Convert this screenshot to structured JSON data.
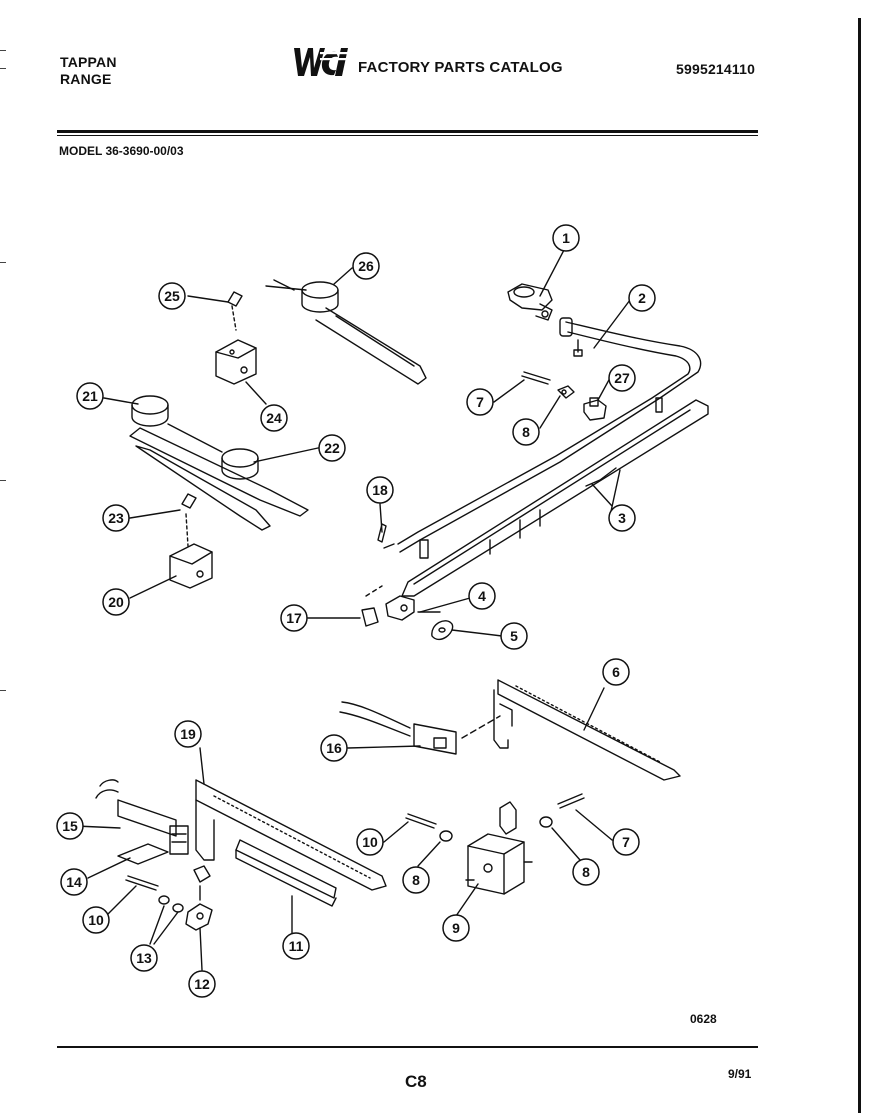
{
  "header": {
    "brand_line1": "TAPPAN",
    "brand_line2": "RANGE",
    "catalog_title": "FACTORY PARTS CATALOG",
    "catalog_number": "5995214110"
  },
  "model_line": "MODEL 36-3690-00/03",
  "diagram": {
    "callouts": [
      "1",
      "2",
      "3",
      "4",
      "5",
      "6",
      "7",
      "8",
      "9",
      "10",
      "11",
      "12",
      "13",
      "14",
      "15",
      "16",
      "17",
      "18",
      "19",
      "20",
      "21",
      "22",
      "23",
      "24",
      "25",
      "26",
      "27",
      "7",
      "8",
      "10",
      "8"
    ]
  },
  "footer": {
    "diagram_code": "0628",
    "page": "C8",
    "date": "9/91"
  },
  "colors": {
    "ink": "#111111",
    "paper": "#ffffff"
  }
}
